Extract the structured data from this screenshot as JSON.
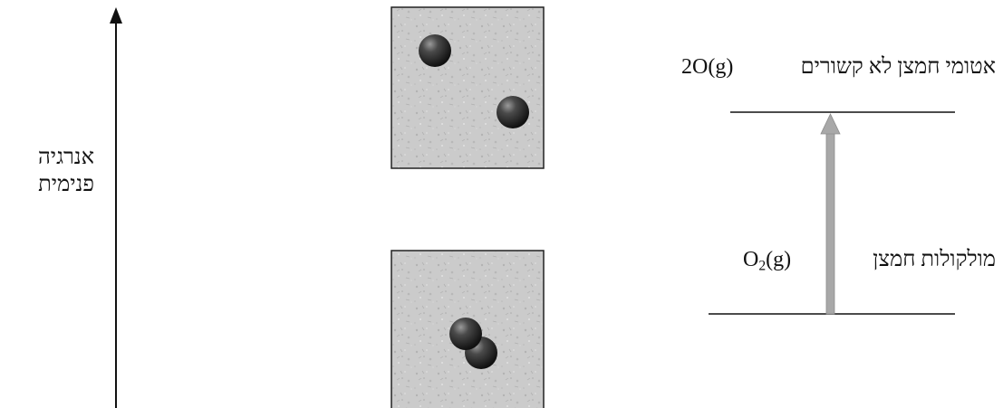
{
  "axis": {
    "label_line1": "אנרגיה",
    "label_line2": "פנימית"
  },
  "upper_level": {
    "description": "אטומי חמצן לא קשורים",
    "formula": "2O(g)"
  },
  "lower_level": {
    "description": "מולקולות חמצן",
    "formula_main": "O",
    "formula_subscript": "2",
    "formula_state": "(g)"
  },
  "colors": {
    "ink": "#111111",
    "arrow": "#a8a8a8",
    "box_fill": "#c9c9c9",
    "sphere": "#2a2a2a"
  }
}
